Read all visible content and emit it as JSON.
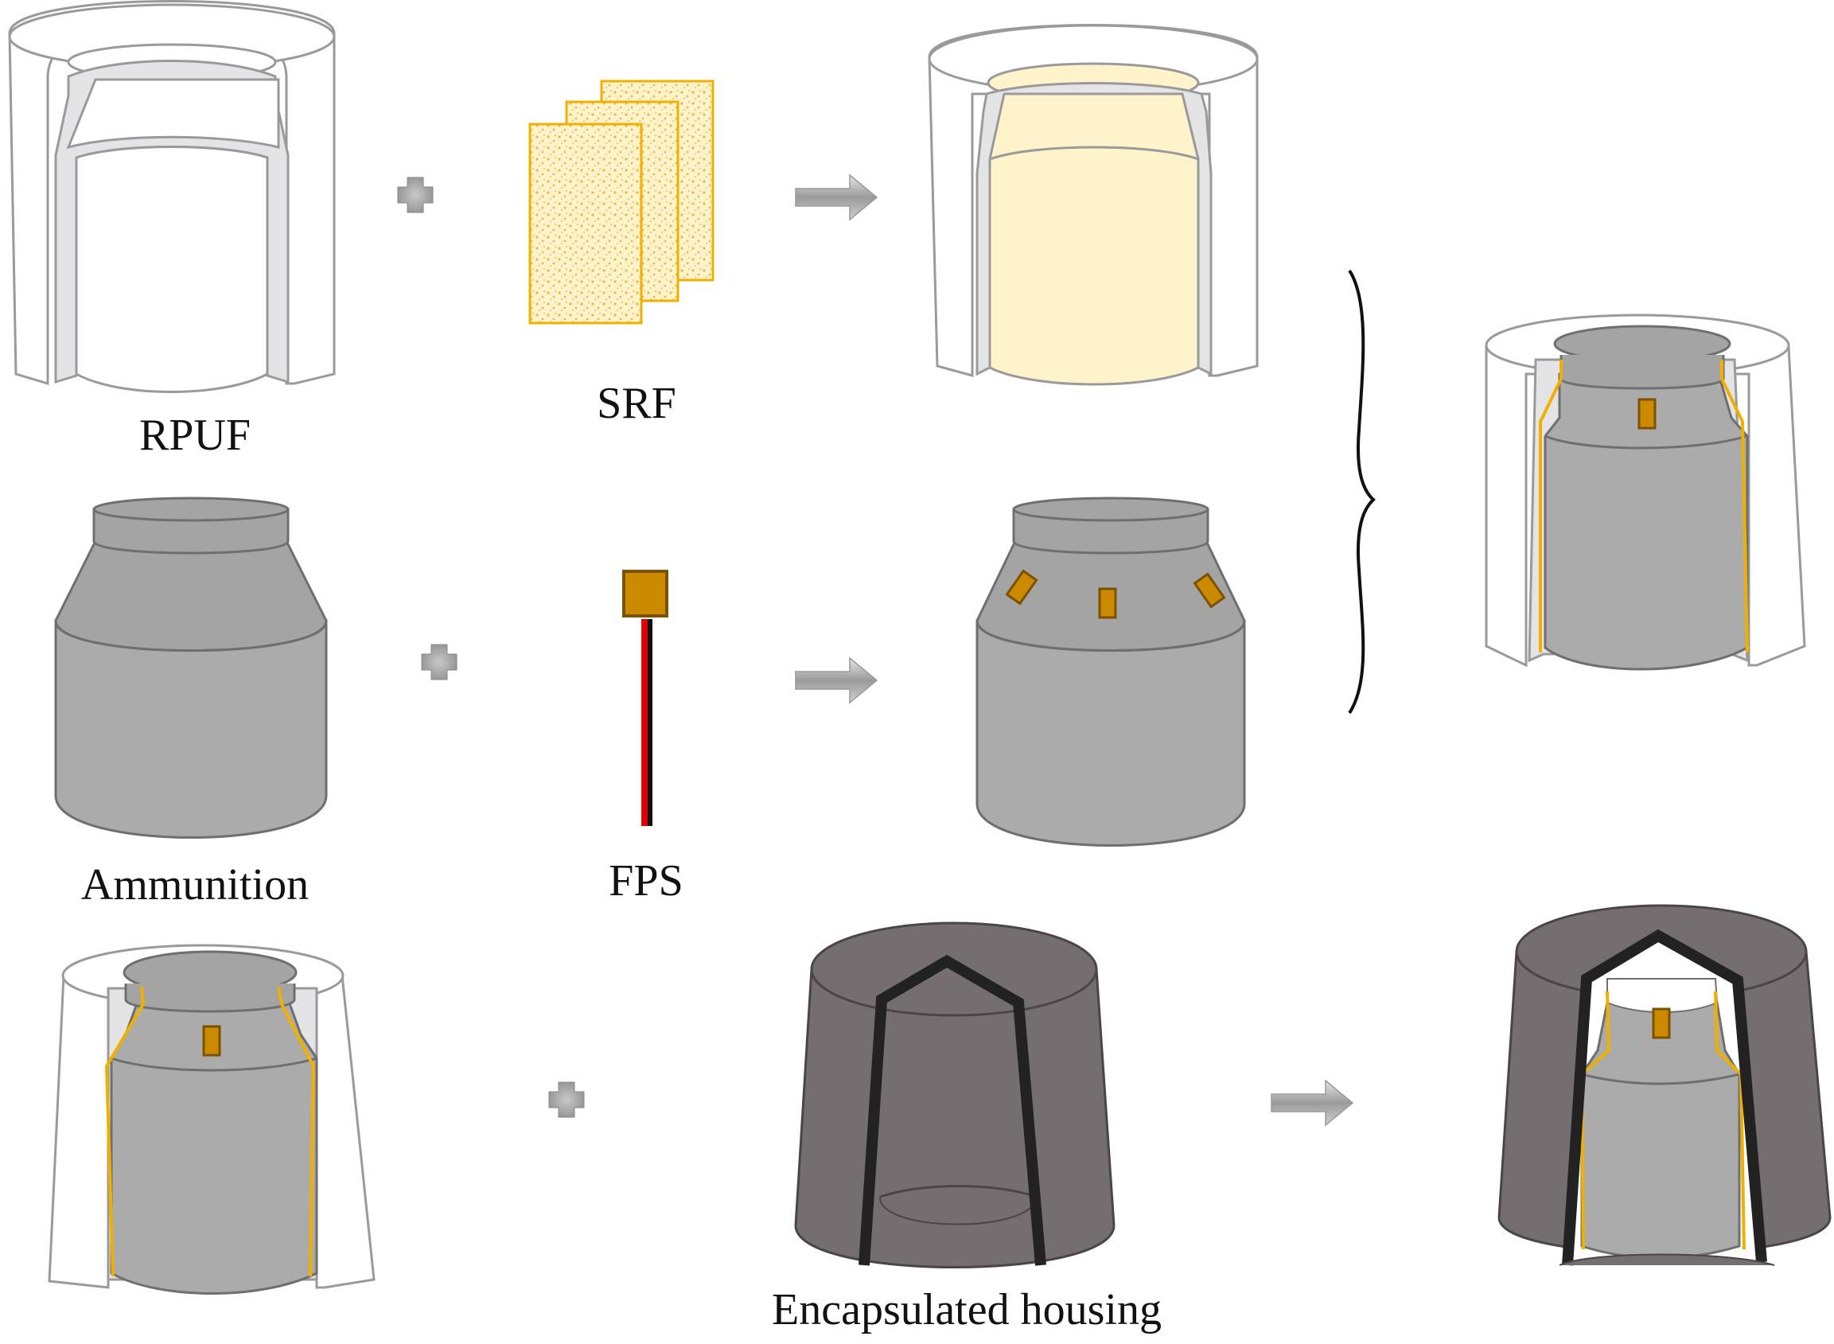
{
  "labels": {
    "rpuf": "RPUF",
    "srf": "SRF",
    "fps": "FPS",
    "ammunition": "Ammunition",
    "housing": "Encapsulated housing"
  },
  "colors": {
    "foam_white": "#ffffff",
    "foam_inner": "#e4e3e6",
    "foam_stroke": "#9a9aa0",
    "srf_fill": "#fff3cc",
    "srf_dots": "#e8b84a",
    "srf_edge": "#f0b000",
    "metal_top": "#a4a4a4",
    "metal_body": "#ababab",
    "metal_stroke": "#6f6f6f",
    "sensor_fill": "#cc8a00",
    "sensor_stroke": "#7a5200",
    "wire_red": "#e00000",
    "wire_black": "#111111",
    "housing_fill": "#756e70",
    "housing_stroke": "#4a4547",
    "housing_band": "#222222",
    "arrow_gray": "#a8a8a8"
  },
  "icons": {
    "plus": "plus-icon",
    "arrow": "arrow-right-icon",
    "brace": "right-brace-icon"
  }
}
